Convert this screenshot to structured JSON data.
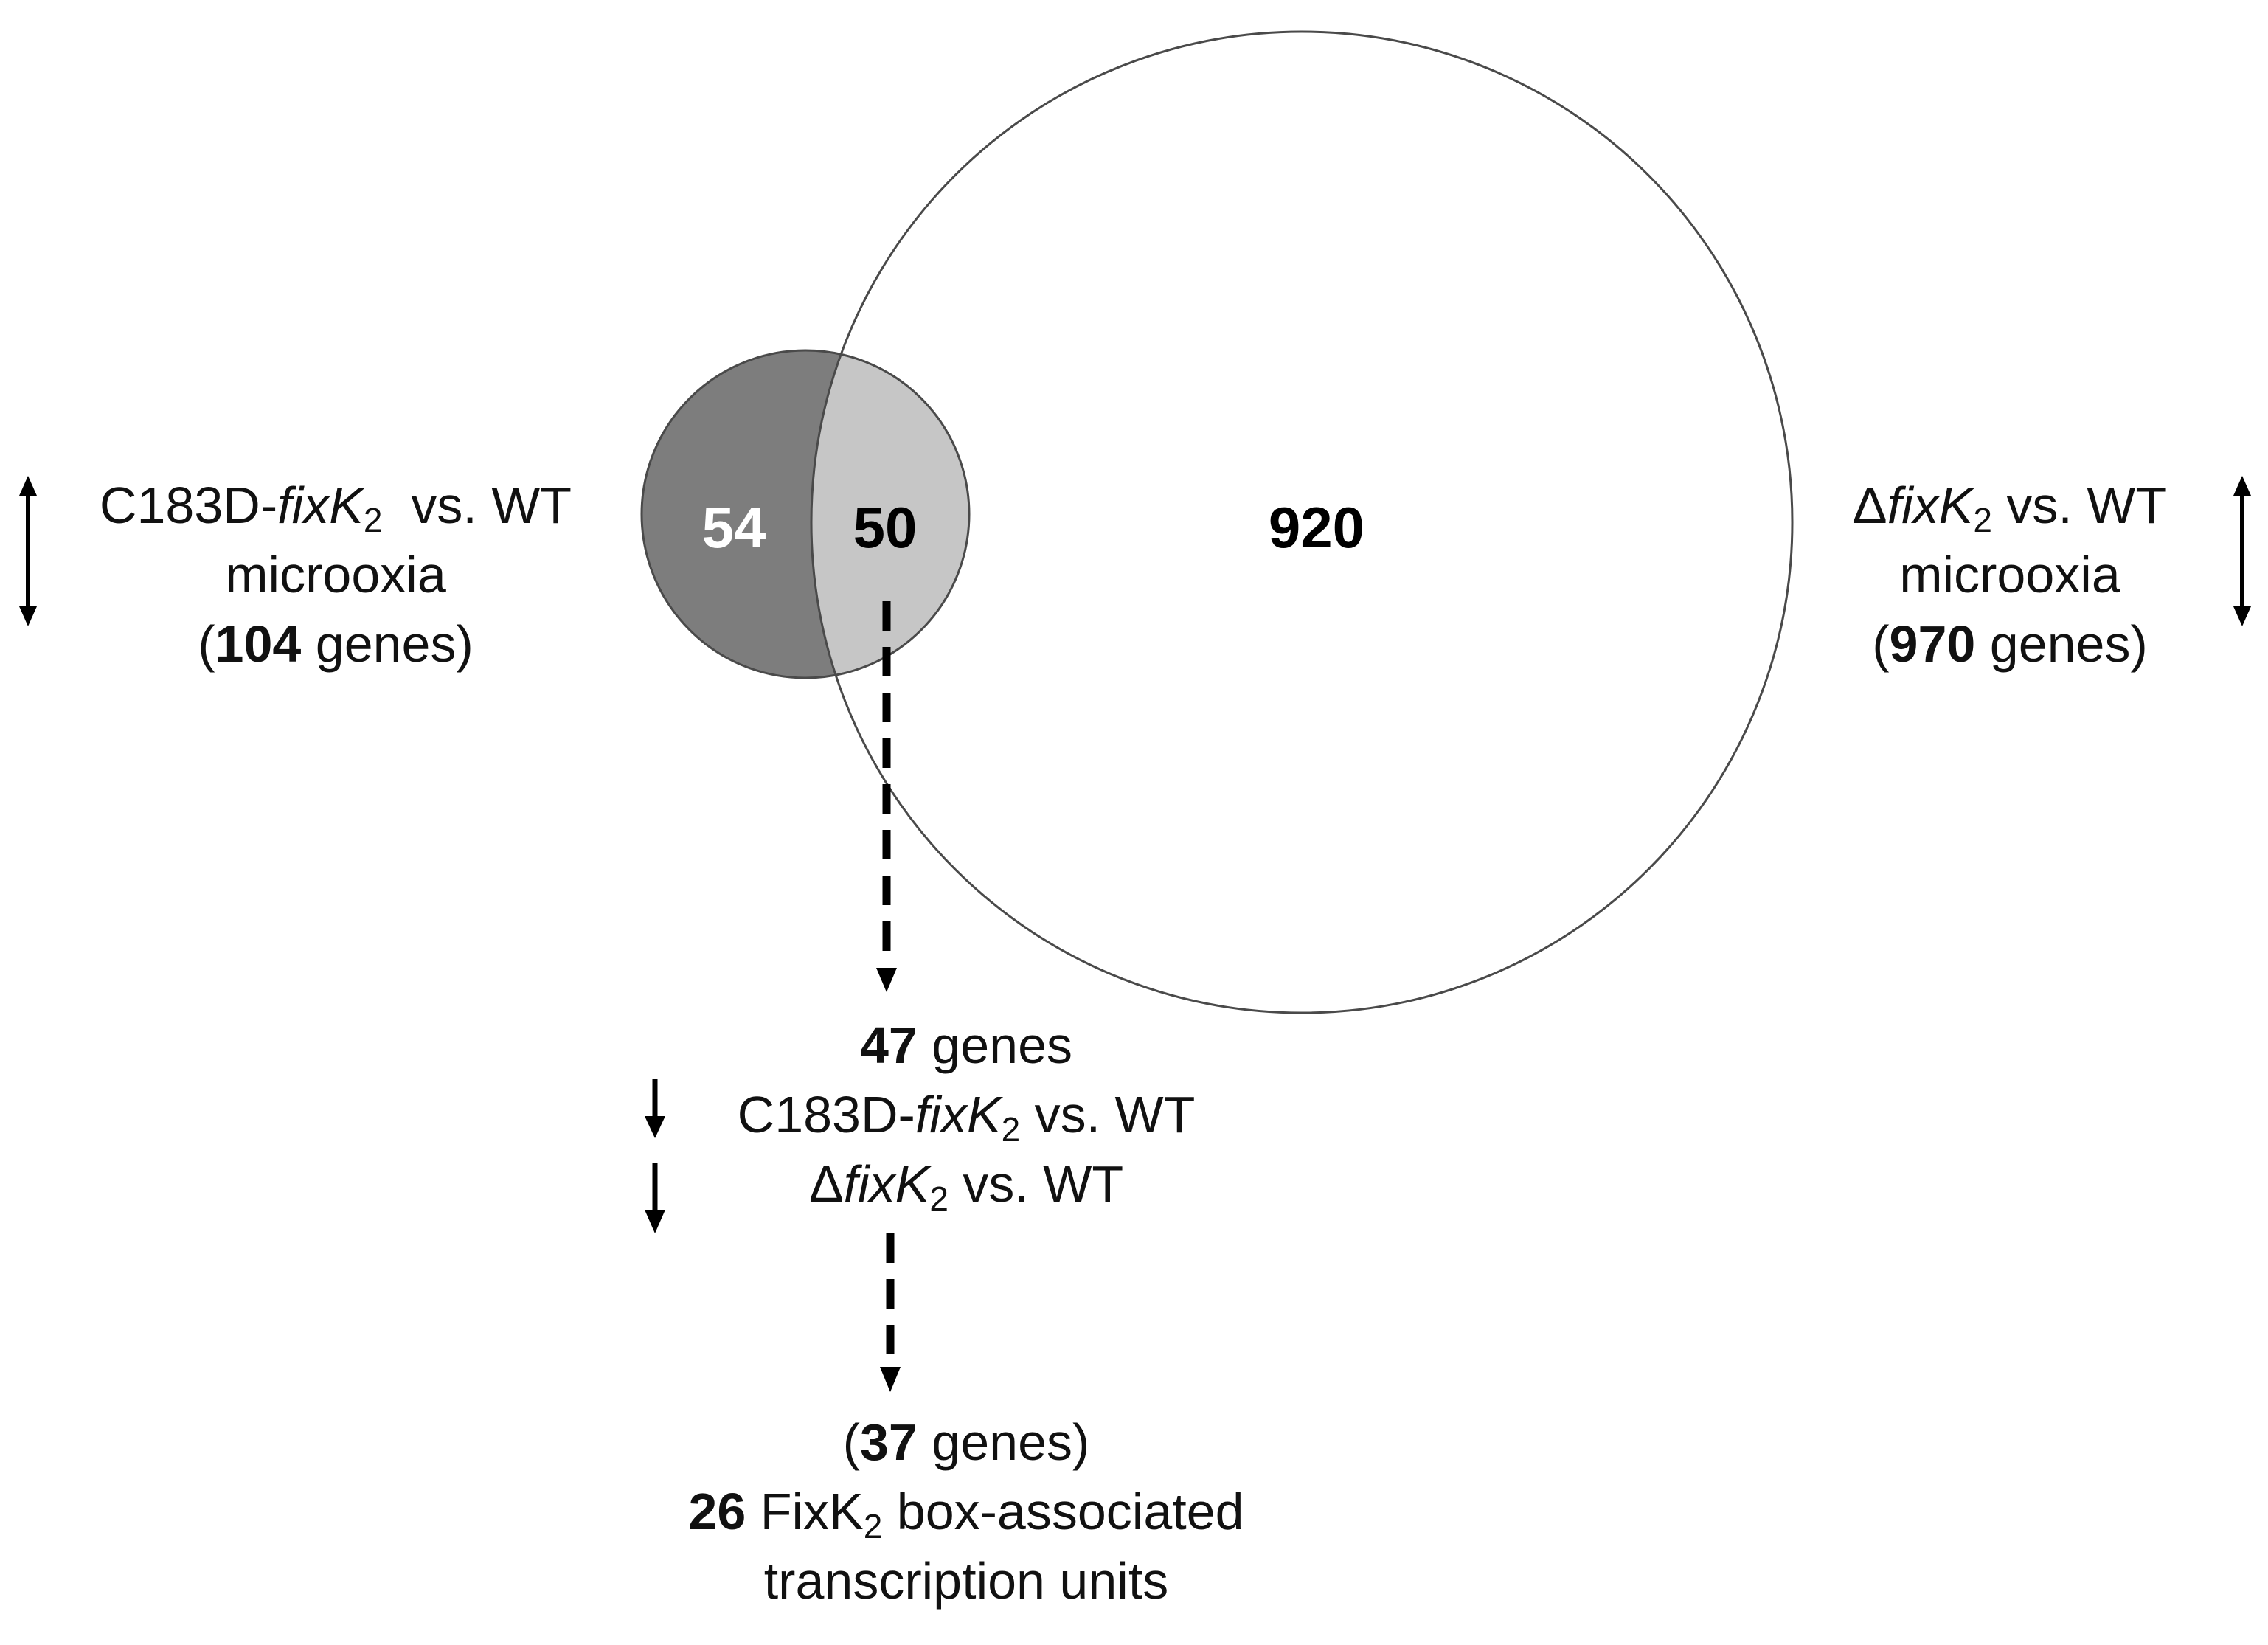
{
  "venn": {
    "left_only_count": "54",
    "overlap_count": "50",
    "right_only_count": "920"
  },
  "left_set": {
    "arrow": "up-down-arrow",
    "prefix": "C183D-",
    "gene": "fix",
    "gene_italic_k": "K",
    "subscript": "2",
    "suffix": "  vs. WT",
    "line2": "microoxia",
    "count_open": "(",
    "count": "104",
    "count_tail": " genes)"
  },
  "right_set": {
    "arrow": "up-down-arrow",
    "delta": "Δ",
    "gene": "fix",
    "gene_italic_k": "K",
    "subscript": "2",
    "suffix": " vs. WT",
    "line2": "microoxia",
    "count_open": "(",
    "count": "970",
    "count_tail": " genes)"
  },
  "overlap_detail": {
    "count": "47",
    "count_tail": " genes",
    "line2_prefix": "C183D-",
    "line2_gene": "fix",
    "line2_k": "K",
    "line2_sub": "2",
    "line2_suffix": " vs. WT",
    "line3_delta": "Δ",
    "line3_gene": "fix",
    "line3_k": "K",
    "line3_sub": "2",
    "line3_suffix": " vs. WT",
    "arrow_icons": [
      "down-arrow",
      "down-arrow"
    ]
  },
  "final_detail": {
    "count_open": "(",
    "count": "37",
    "count_tail": " genes)",
    "units_count": "26",
    "units_text_a": " FixK",
    "units_sub": "2",
    "units_text_b": " box-associated",
    "line3": "transcription units"
  },
  "colors": {
    "left_only_fill": "#7d7d7d",
    "overlap_fill": "#c6c6c6",
    "outline": "#4a4a4a",
    "left_count_text": "#ffffff",
    "text": "#111111"
  }
}
